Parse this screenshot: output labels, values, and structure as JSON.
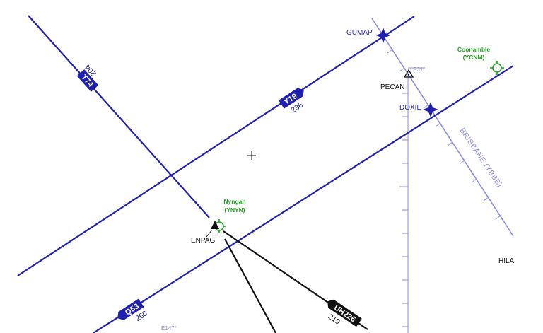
{
  "map": {
    "colors": {
      "route": "#1f1fb0",
      "route_black": "#111111",
      "fir_boundary": "#8c8ce0",
      "airport": "#22a022"
    },
    "waypoints": {
      "gumap": "GUMAP",
      "pecan": "PECAN",
      "doxie": "DOXIE",
      "enpag": "ENPAG",
      "hila": "HILA"
    },
    "airports": {
      "nyngan": {
        "name": "Nyngan",
        "code": "(YNYN)"
      },
      "coonamble": {
        "name": "Coonamble",
        "code": "(YCNM)"
      }
    },
    "routes": {
      "t74": {
        "tag": "T74",
        "track": "204"
      },
      "y19": {
        "tag": "Y19",
        "track": "236"
      },
      "q53": {
        "tag": "Q53",
        "track": "260"
      },
      "uh226": {
        "tag": "UH226",
        "track": "219"
      }
    },
    "fir_label": "BRISBANE (YBBB)",
    "grid": {
      "latitude_label": "S31°",
      "longitude_label": "E147°"
    },
    "icons": {
      "reporting_point": "star-waypoint-icon",
      "navaid": "triangle-navaid-icon",
      "airport": "airport-circle-icon",
      "center": "crosshair-icon"
    }
  }
}
